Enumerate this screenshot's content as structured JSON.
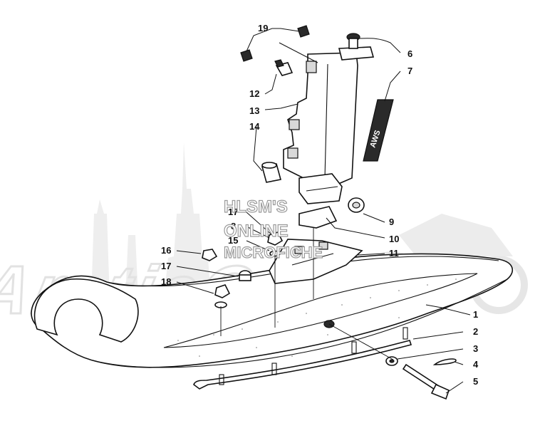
{
  "watermark": {
    "line1": "HLSM'S",
    "line2": "ONLINE",
    "line3": "MICROFICHE",
    "brand": "ArcticCat"
  },
  "decal_text": "AWS",
  "callouts": [
    {
      "id": "19",
      "label": "19"
    },
    {
      "id": "6",
      "label": "6"
    },
    {
      "id": "7",
      "label": "7"
    },
    {
      "id": "12",
      "label": "12"
    },
    {
      "id": "13",
      "label": "13"
    },
    {
      "id": "14",
      "label": "14"
    },
    {
      "id": "9",
      "label": "9"
    },
    {
      "id": "17a",
      "label": "17"
    },
    {
      "id": "8",
      "label": "8"
    },
    {
      "id": "15",
      "label": "15"
    },
    {
      "id": "10",
      "label": "10"
    },
    {
      "id": "11",
      "label": "11"
    },
    {
      "id": "16",
      "label": "16"
    },
    {
      "id": "17b",
      "label": "17"
    },
    {
      "id": "18",
      "label": "18"
    },
    {
      "id": "1",
      "label": "1"
    },
    {
      "id": "2",
      "label": "2"
    },
    {
      "id": "3",
      "label": "3"
    },
    {
      "id": "4",
      "label": "4"
    },
    {
      "id": "5",
      "label": "5"
    }
  ]
}
